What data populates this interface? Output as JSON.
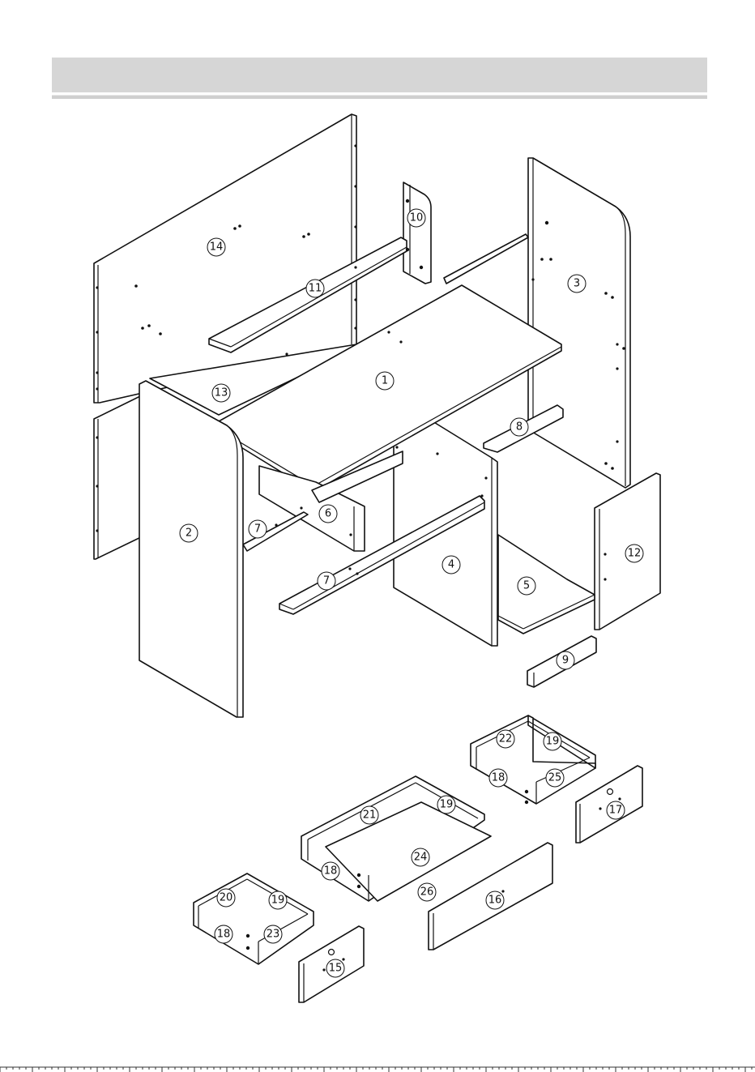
{
  "parts": [
    {
      "id": "p1",
      "label": "1"
    },
    {
      "id": "p2",
      "label": "2"
    },
    {
      "id": "p3",
      "label": "3"
    },
    {
      "id": "p4",
      "label": "4"
    },
    {
      "id": "p5",
      "label": "5"
    },
    {
      "id": "p6",
      "label": "6"
    },
    {
      "id": "p7a",
      "label": "7"
    },
    {
      "id": "p7b",
      "label": "7"
    },
    {
      "id": "p8",
      "label": "8"
    },
    {
      "id": "p9",
      "label": "9"
    },
    {
      "id": "p10",
      "label": "10"
    },
    {
      "id": "p11",
      "label": "11"
    },
    {
      "id": "p12",
      "label": "12"
    },
    {
      "id": "p13",
      "label": "13"
    },
    {
      "id": "p14",
      "label": "14"
    },
    {
      "id": "p15",
      "label": "15"
    },
    {
      "id": "p16",
      "label": "16"
    },
    {
      "id": "p17",
      "label": "17"
    },
    {
      "id": "p18a",
      "label": "18"
    },
    {
      "id": "p18b",
      "label": "18"
    },
    {
      "id": "p18c",
      "label": "18"
    },
    {
      "id": "p19a",
      "label": "19"
    },
    {
      "id": "p19b",
      "label": "19"
    },
    {
      "id": "p19c",
      "label": "19"
    },
    {
      "id": "p20",
      "label": "20"
    },
    {
      "id": "p21",
      "label": "21"
    },
    {
      "id": "p22",
      "label": "22"
    },
    {
      "id": "p23",
      "label": "23"
    },
    {
      "id": "p24",
      "label": "24"
    },
    {
      "id": "p25",
      "label": "25"
    },
    {
      "id": "p26",
      "label": "26"
    }
  ]
}
